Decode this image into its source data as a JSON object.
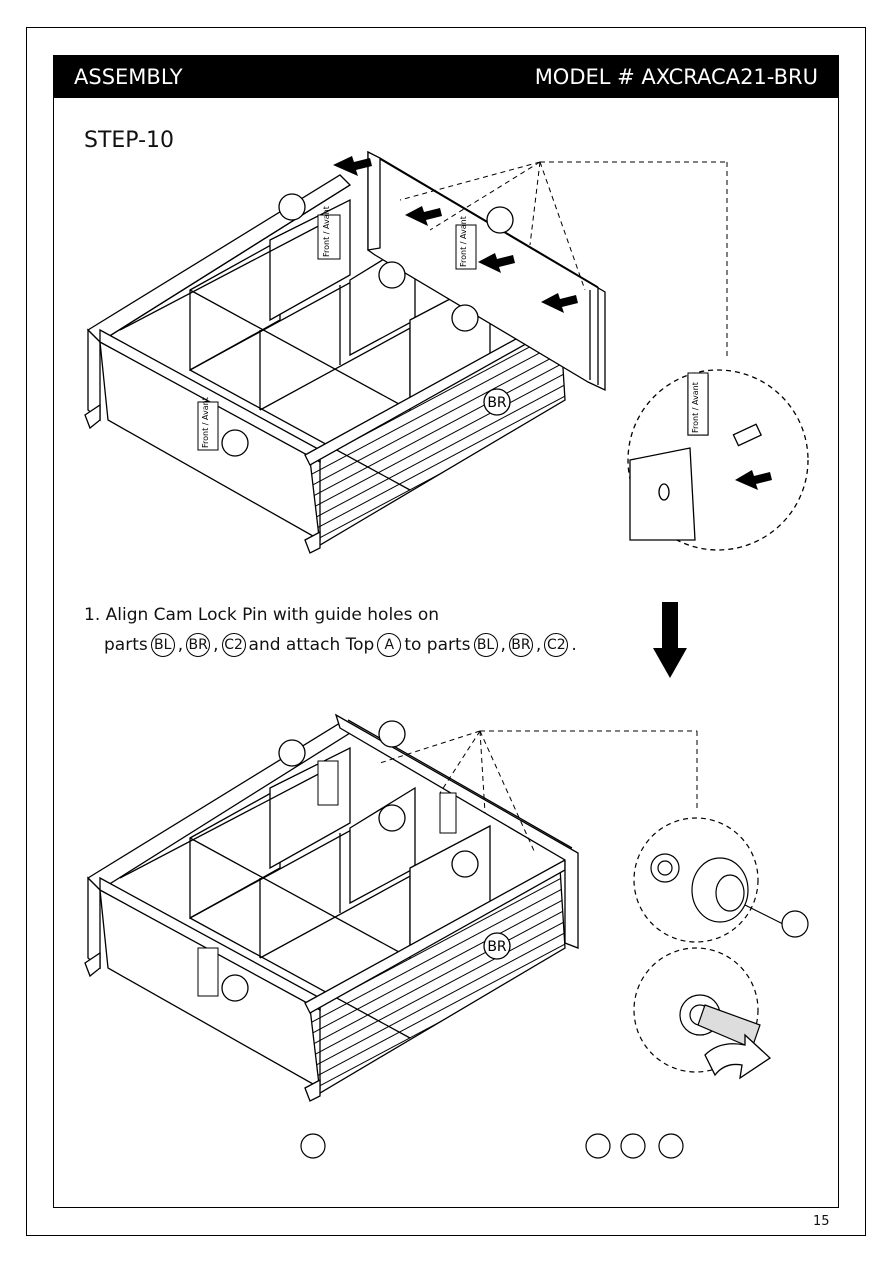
{
  "header": {
    "section": "ASSEMBLY",
    "model": "MODEL # AXCRACA21-BRU"
  },
  "step": {
    "title": "STEP-10"
  },
  "instruction": {
    "line1": "1. Align Cam Lock Pin with guide holes on",
    "line2_prefix": "parts",
    "parts_a": [
      "BL",
      "BR",
      "C2"
    ],
    "line2_middle": "and attach Top",
    "top_part": "A",
    "line2_to": "to parts",
    "parts_b": [
      "BL",
      "BR",
      "C2"
    ],
    "line2_end": "."
  },
  "diagram": {
    "panel_label_top": "BR",
    "panel_label_bottom": "BR",
    "front_label": "Front / Avant"
  },
  "footer": {
    "page_number": "15"
  },
  "icons": [
    "arrow-down-icon",
    "cam-lock-pin-icon",
    "cam-lock-icon",
    "screwdriver-icon",
    "rotate-arrow-icon"
  ]
}
